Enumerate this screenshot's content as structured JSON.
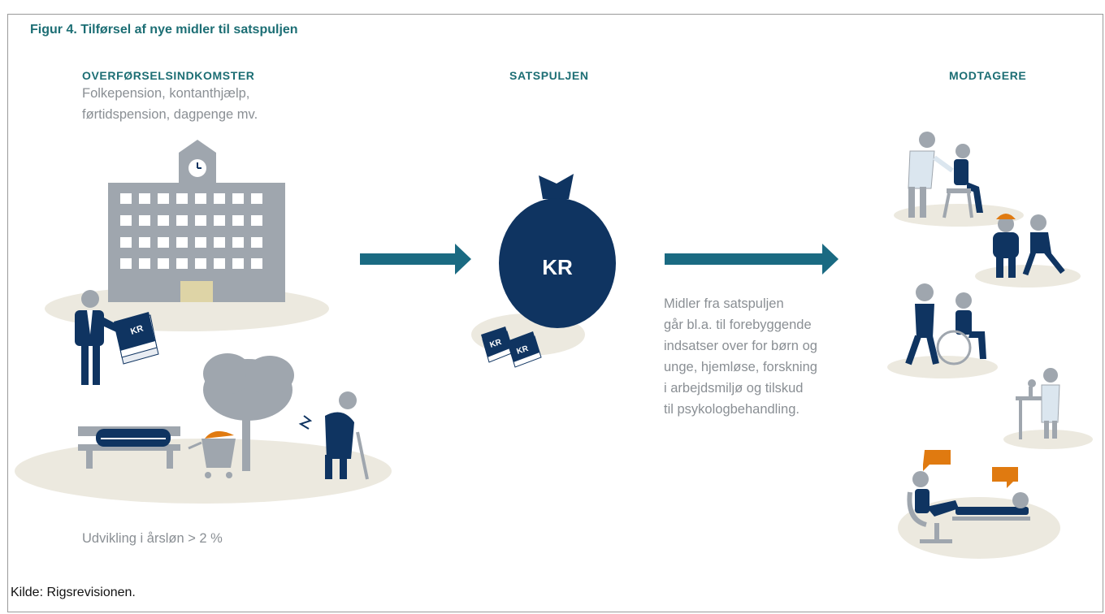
{
  "figure": {
    "title": "Figur 4. Tilførsel af nye midler til satspuljen",
    "source": "Kilde:  Rigsrevisionen."
  },
  "left": {
    "heading": "OVERFØRSELSINDKOMSTER",
    "subtitle_lines": [
      "Folkepension, kontanthjælp,",
      "førtidspension, dagpenge mv."
    ],
    "footer": "Udvikling i årsløn > 2 %"
  },
  "center": {
    "heading": "SATSPULJEN",
    "bag_label": "KR",
    "bill_label": "KR"
  },
  "right": {
    "heading": "MODTAGERE",
    "description_lines": [
      "Midler fra satspuljen",
      "går bl.a. til forebyggende",
      "indsatser over for børn og",
      "unge, hjemløse, forskning",
      "i arbejdsmiljø og tilskud",
      "til psykologbehandling."
    ]
  },
  "colors": {
    "navy": "#0f3461",
    "teal": "#1c6e74",
    "arrow": "#1a6a82",
    "gray": "#9fa6ae",
    "ground": "#ece9df",
    "orange": "#e07a10"
  },
  "icons": [
    "building-icon",
    "clock-icon",
    "businessman-icon",
    "money-stack-icon",
    "homeless-bench-icon",
    "shopping-cart-icon",
    "tree-icon",
    "elderly-with-cane-icon",
    "money-bag-icon",
    "arrow-right-icon",
    "doctor-patient-icon",
    "children-icon",
    "wheelchair-icon",
    "researcher-microscope-icon",
    "therapy-session-icon"
  ]
}
